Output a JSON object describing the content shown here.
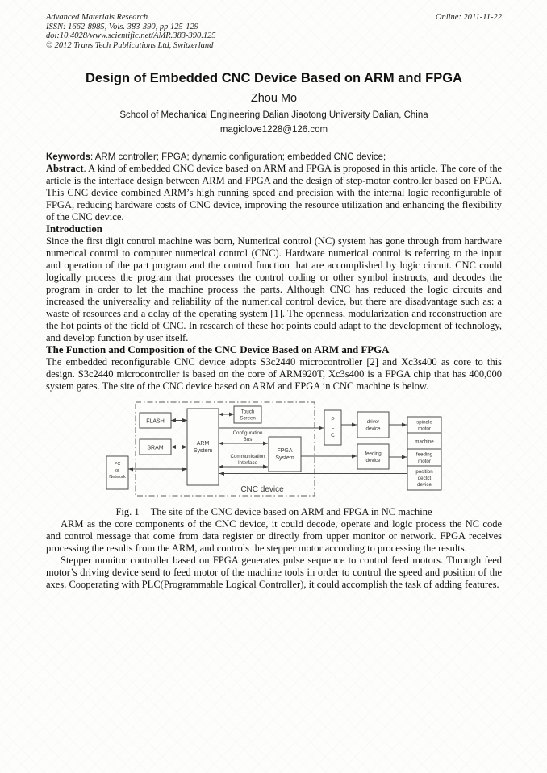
{
  "header": {
    "journal": "Advanced Materials Research",
    "issn_line": "ISSN: 1662-8985, Vols. 383-390, pp 125-129",
    "doi_line": "doi:10.4028/www.scientific.net/AMR.383-390.125",
    "copyright_line": "© 2012 Trans Tech Publications Ltd, Switzerland",
    "online_date": "Online: 2011-11-22"
  },
  "title_block": {
    "title": "Design of Embedded CNC Device Based on ARM and FPGA",
    "author": "Zhou Mo",
    "affiliation": "School of Mechanical Engineering Dalian Jiaotong University Dalian, China",
    "email": "magiclove1228@126.com"
  },
  "keywords": {
    "label": "Keywords",
    "text": ": ARM controller; FPGA; dynamic configuration; embedded CNC device;"
  },
  "abstract": {
    "label": "Abstract",
    "text": ". A kind of embedded CNC device based on ARM and FPGA is proposed in this article. The core of the article is the interface design between ARM and FPGA and the design of step-motor controller based on FPGA. This CNC device combined ARM’s high running speed and precision with the internal logic reconfigurable of FPGA, reducing hardware costs of CNC device, improving the resource utilization and enhancing the flexibility of the CNC device."
  },
  "sections": [
    {
      "heading": "Introduction",
      "paragraphs": [
        "Since the first digit control machine was born, Numerical control (NC) system has gone through from hardware numerical control to computer numerical control (CNC). Hardware numerical control is referring to the input and operation of the part program and the control function that are accomplished by logic circuit. CNC could logically process the program that processes the control coding or other symbol instructs, and decodes the program in order to let the machine process the parts. Although CNC has reduced the logic circuits and increased the universality and reliability of the numerical control device, but there are disadvantage such as: a waste of resources and a delay of the operating system [1]. The openness, modularization and reconstruction are the hot points of the field of CNC. In research of these hot points could adapt to the development of technology, and develop function by user itself."
      ]
    },
    {
      "heading": "The Function and Composition of the CNC Device Based on ARM and FPGA",
      "paragraphs": [
        "The embedded reconfigurable CNC device adopts S3c2440 microcontroller [2] and Xc3s400 as core to this design. S3c2440 microcontroller is based on the core of ARM920T, Xc3s400 is a FPGA chip that has 400,000 system gates. The site of the CNC device based on ARM and FPGA in CNC machine is below."
      ]
    }
  ],
  "figure": {
    "caption_label": "Fig. 1",
    "caption_text": "The site of the CNC device based on ARM and FPGA in NC machine",
    "container_label": "CNC device",
    "nodes": {
      "pc": [
        "PC",
        "or",
        "Network"
      ],
      "flash": "FLASH",
      "sram": "SRAM",
      "arm": [
        "ARM",
        "System"
      ],
      "touch": [
        "Touch",
        "Screen"
      ],
      "config_bus": [
        "Configuration",
        "Bus"
      ],
      "comm_interface": [
        "Communication",
        "Interface"
      ],
      "fpga": [
        "FPGA",
        "System"
      ],
      "plc": [
        "P",
        "L",
        "C"
      ],
      "driver": [
        "driver",
        "device"
      ],
      "feeding_device": [
        "feeding",
        "device"
      ],
      "spindle_motor": [
        "spindle",
        "motor"
      ],
      "machine": "machine",
      "feeding_motor": [
        "feeding",
        "motor"
      ],
      "position_detect": [
        "position",
        "dectct",
        "device"
      ]
    },
    "connections": [
      {
        "from": "pc",
        "to": "arm",
        "type": "bidirectional"
      },
      {
        "from": "flash",
        "to": "arm",
        "type": "bidirectional"
      },
      {
        "from": "sram",
        "to": "arm",
        "type": "bidirectional"
      },
      {
        "from": "arm",
        "to": "touch",
        "type": "bidirectional"
      },
      {
        "from": "arm",
        "to": "plc",
        "type": "directed"
      },
      {
        "from": "arm",
        "to": "fpga",
        "via": "Configuration Bus",
        "type": "bidirectional"
      },
      {
        "from": "arm",
        "to": "fpga",
        "via": "Communication Interface",
        "type": "bidirectional"
      },
      {
        "from": "fpga",
        "to": "feeding_device",
        "type": "directed"
      },
      {
        "from": "plc",
        "to": "driver",
        "type": "directed"
      },
      {
        "from": "driver",
        "to": "spindle_motor",
        "type": "directed"
      },
      {
        "from": "feeding_device",
        "to": "feeding_motor",
        "type": "directed"
      },
      {
        "from": "position_detect",
        "to": "arm",
        "type": "directed"
      }
    ]
  },
  "post_figure_paragraphs": [
    "ARM as the core components of the CNC device, it could decode, operate and logic process the NC code and control message that come from data register or directly from upper monitor or network. FPGA receives processing the results from the ARM, and controls the stepper motor according to processing the results.",
    "Stepper monitor controller based on FPGA generates pulse sequence to control feed motors. Through feed motor’s driving device send to feed motor of the machine tools in order to control the speed and position of the axes. Cooperating with PLC(Programmable Logical Controller), it could accomplish the task of adding features."
  ]
}
